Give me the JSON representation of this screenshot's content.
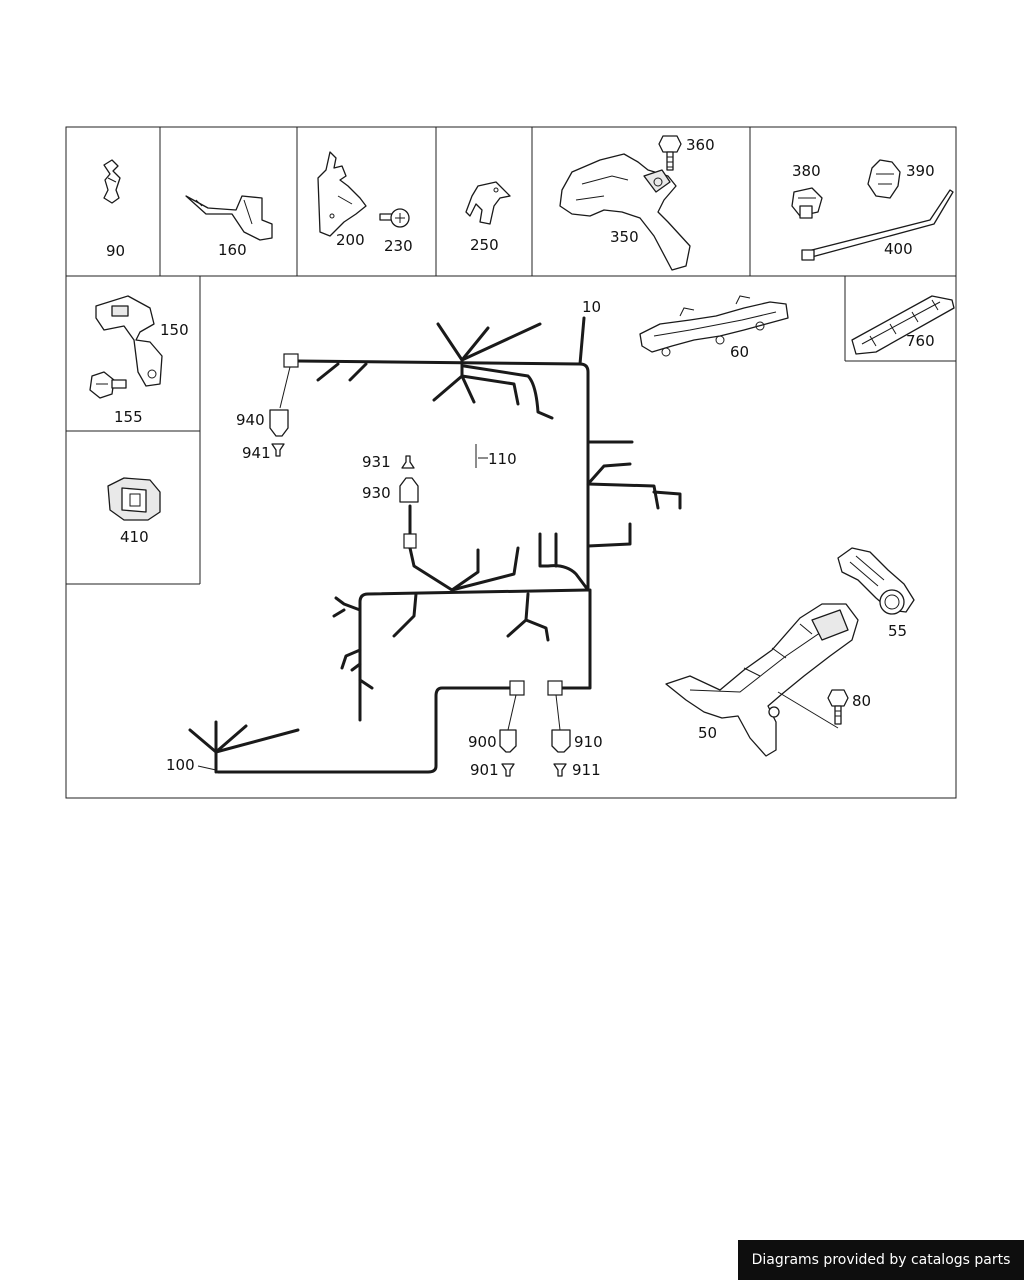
{
  "labels": {
    "p10": "10",
    "p50": "50",
    "p55": "55",
    "p60": "60",
    "p80": "80",
    "p90": "90",
    "p100": "100",
    "p110": "110",
    "p150": "150",
    "p155": "155",
    "p160": "160",
    "p200": "200",
    "p230": "230",
    "p250": "250",
    "p350": "350",
    "p360": "360",
    "p380": "380",
    "p390": "390",
    "p400": "400",
    "p410": "410",
    "p760": "760",
    "p900": "900",
    "p901": "901",
    "p910": "910",
    "p911": "911",
    "p930": "930",
    "p931": "931",
    "p940": "940",
    "p941": "941"
  },
  "footer": {
    "text": "Diagrams provided by catalogs parts"
  }
}
